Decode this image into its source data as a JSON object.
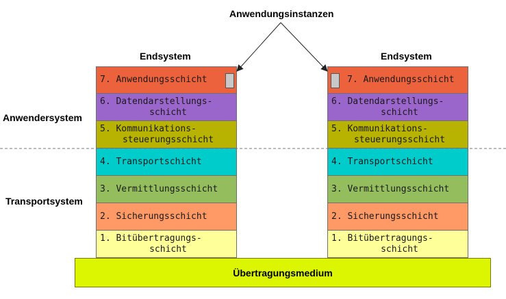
{
  "title": "Anwendungsinstanzen",
  "left_endsystem_label": "Endsystem",
  "right_endsystem_label": "Endsystem",
  "side_labels": {
    "anwendersystem": "Anwendersystem",
    "transportsystem": "Transportsystem"
  },
  "layers": [
    {
      "line1": "7. Anwendungsschicht",
      "line2": "",
      "color": "#ec623d"
    },
    {
      "line1": "6. Datendarstellungs-",
      "line2": "schicht",
      "color": "#9b66cc"
    },
    {
      "line1": "5. Kommunikations-",
      "line2": "steuerungsschicht",
      "color": "#b7b300"
    },
    {
      "line1": "4. Transportschicht",
      "line2": "",
      "color": "#00cccc"
    },
    {
      "line1": "3. Vermittlungsschicht",
      "line2": "",
      "color": "#94bd5e"
    },
    {
      "line1": "2. Sicherungsschicht",
      "line2": "",
      "color": "#ff9966"
    },
    {
      "line1": "1. Bitübertragungs-",
      "line2": "schicht",
      "color": "#ffff99"
    }
  ],
  "medium_label": "Übertragungsmedium"
}
